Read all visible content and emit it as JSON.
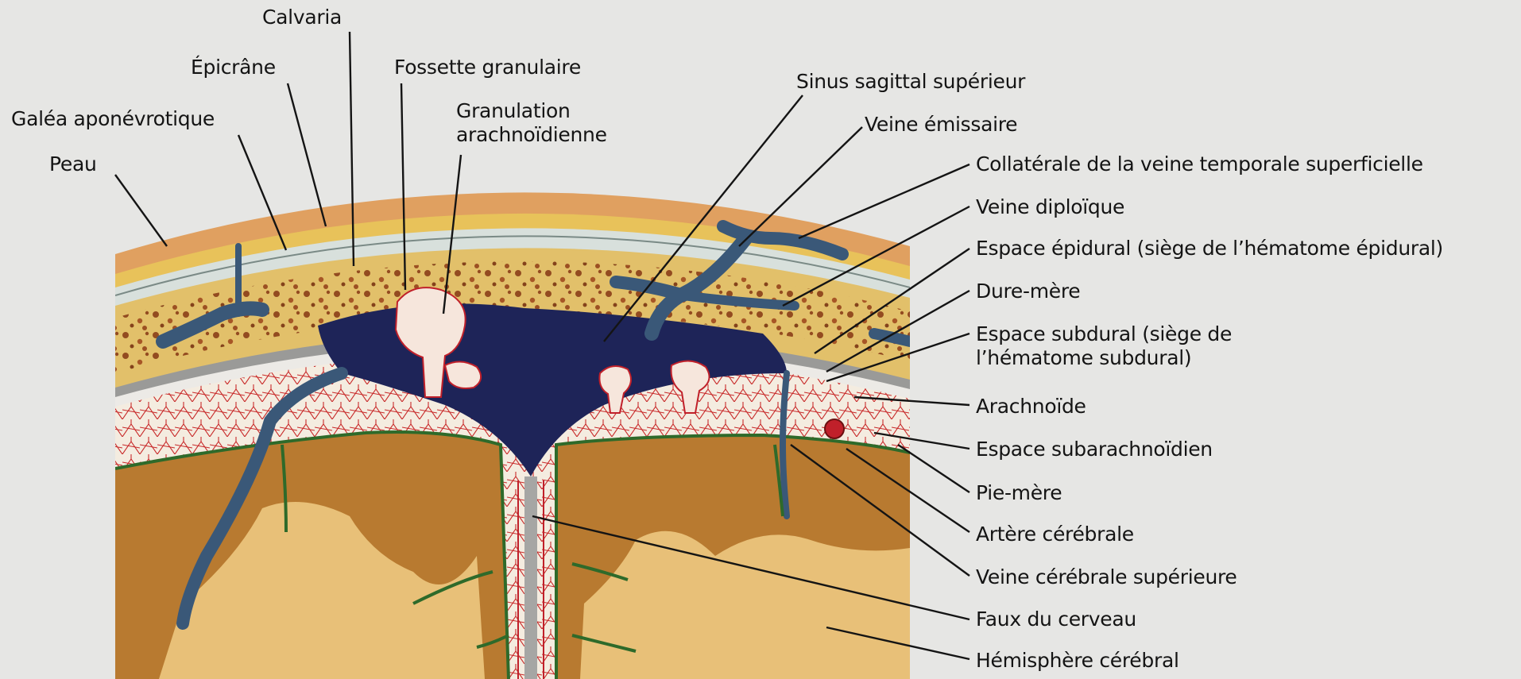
{
  "labels": {
    "calvaria": "Calvaria",
    "epicrane": "Épicrâne",
    "fossette_granulaire": "Fossette granulaire",
    "granulation_arachnoidienne": "Granulation\narachnoïdienne",
    "galea_aponevrotique": "Galéa aponévrotique",
    "peau": "Peau",
    "sinus_sagittal_superieur": "Sinus sagittal supérieur",
    "veine_emissaire": "Veine émissaire",
    "collaterale_veine_temporale": "Collatérale de la veine temporale superficielle",
    "veine_diploique": "Veine diploïque",
    "espace_epidural": "Espace épidural (siège de l’hématome épidural)",
    "dure_mere": "Dure-mère",
    "espace_subdural": "Espace subdural (siège de\nl’hématome subdural)",
    "arachnoide": "Arachnoïde",
    "espace_subarachnoidien": "Espace subarachnoïdien",
    "pie_mere": "Pie-mère",
    "artere_cerebrale": "Artère cérébrale",
    "veine_cerebrale_superieure": "Veine cérébrale supérieure",
    "faux_du_cerveau": "Faux du cerveau",
    "hemisphere_cerebral": "Hémisphère cérébral"
  },
  "colors": {
    "background": "#e6e6e4",
    "skin": "#e0a060",
    "fat": "#e8c25a",
    "galea": "#d8e0dc",
    "bone": "#e2c06a",
    "bone_pores": "#9a4a1c",
    "dura": "#9a9a98",
    "sinus_blood": "#1e2458",
    "vein": "#3a5878",
    "subarachnoid": "#f2e8d8",
    "vessels_red": "#c0202a",
    "pia_green": "#2e6a2a",
    "cortex": "#b87a30",
    "white_matter": "#e8c078",
    "leader_line": "#141414"
  }
}
